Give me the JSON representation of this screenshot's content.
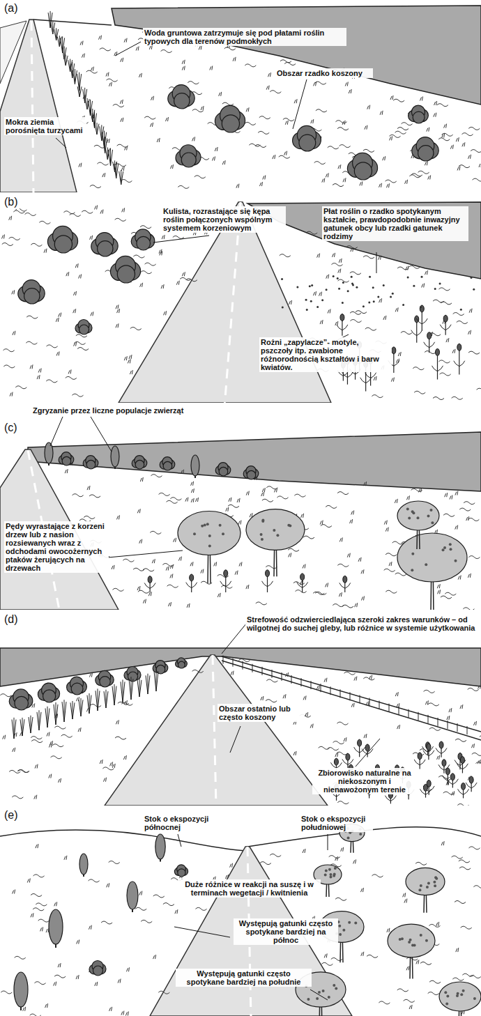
{
  "diagram": {
    "labels": [
      "(a)",
      "Woda gruntowa zatrzymuje się pod płatami roślin typowych dla terenów podmokłych",
      "Obszar rzadko koszony",
      "Mokra ziemia porośnięta turzycami",
      "(b)",
      "Kulista, rozrastające się kępa roślin połączonych wspólnym systemem korzeniowym",
      "Płat roślin o rzadko spotykanym kształcie, prawdopodobnie inwazyjny gatunek obcy lub rzadki gatunek rodzimy",
      "Rożni „zapylacze”- motyle, pszczoły itp. zwabione różnorodnością kształtów i barw kwiatów.",
      "Zgryzanie przez liczne populacje zwierząt",
      "(c)",
      "Pędy wyrastające z korzeni drzew lub z nasion rozsiewanych wraz z odchodami owocożernych ptaków żerujących na drzewach",
      "(d)",
      "Strefowość odzwierciedlająca szeroki zakres warunków – od wilgotnej do suchej gleby, lub różnice w systemie użytkowania",
      "Obszar ostatnio lub często koszony",
      "Zbiorowisko naturalne na niekoszonym i nienawożonym terenie",
      "(e)",
      "Stok o ekspozycji północnej",
      "Stok o ekspozycji południowej",
      "Duże różnice w reakcji na suszę i w terminach wegetacji / kwitnienia",
      "Występują gatunki często spotykane bardziej na północ",
      "Występują gatunki często spotykane bardziej na południe"
    ]
  }
}
